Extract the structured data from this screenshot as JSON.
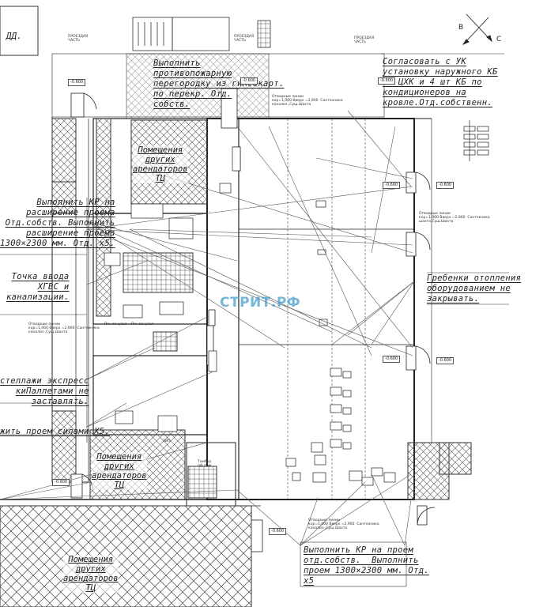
{
  "title_block": {
    "label": "ДД."
  },
  "compass": {
    "b": "В",
    "c": "С"
  },
  "watermark": {
    "text": "СТРИТ.РФ"
  },
  "notes": {
    "fire": "Выполнить\nпротивопожарную\nперегородку из гипсокарт.\nпо перекр. Отд.\nсобств.",
    "agree": "Согласовать с УК\nустановку наружного КБ\nна ЦХК и 4 шт КБ по\nкондиционеров на\nкровле.Отд.собственн.",
    "kr_left": "Выполнить КР на\nрасширение проема\nОтд.собств. Выполнить\nрасширение проема\n1300×2300 мм. Отд. х5.",
    "water": "Точка ввода\nХГВС и\nканализации.",
    "heat": "Гребенки отопления\nоборудованием не\nзакрывать.",
    "shelves": "стеллажи экспресс\nкиПаллетами не\nзаставлять.",
    "opening": "жить проем силами Х5.",
    "kr_bottom": "Выполнить КР на проем\nотд.собств.  Выполнить\nпроем 1300×2300 мм. Отд.\nх5"
  },
  "rooms": {
    "r1": "Помещения\nдругих\nарендаторов\nТЦ",
    "r2": "Помещения\nдругих\nарендаторов\nТЦ",
    "r3": "Помещения\nдругих\nарендаторов\nТЦ"
  },
  "small_labels": {
    "passage_1": "ПРОЕЗДАЯ\nЧАСТЬ",
    "passage_2": "ПРОЕЗДАЯ\nЧАСТЬ",
    "passage_3": "ПРОЕЗДАЯ\nЧАСТЬ",
    "wc_1": "Пм. санузел",
    "wc_2": "Пм. санузел",
    "zip": "ЗИП",
    "corridor": "Тамбур\nоф.пом.",
    "shaft_1": "Отводные линии\nкор=1,000 Вверх =2,900  Сантехника\nканализ.,Сущ.Шахта",
    "shaft_2": "Отводные линии\nкор=1,000 Вверх =2,900  Сантехника\nшахта,Сущ.Шахта",
    "shaft_3": "Отводные линии\nкор=1,000 Вверх =2,900  Сантехника\nканализ.,Сущ.Шахта",
    "shaft_4": "Отводные линии\nкор=1,000 Вверх =2,900  Сантехника\nканализ.,Сущ.Шахта"
  },
  "levels": {
    "l1": "-0.600",
    "l2": "-0.600",
    "l3": "-0.600",
    "l4": "-0.600",
    "l5": "-0.600",
    "l6": "-0.600",
    "l7": "-0.600",
    "l8": "-0.600",
    "l9": "-0.600"
  }
}
